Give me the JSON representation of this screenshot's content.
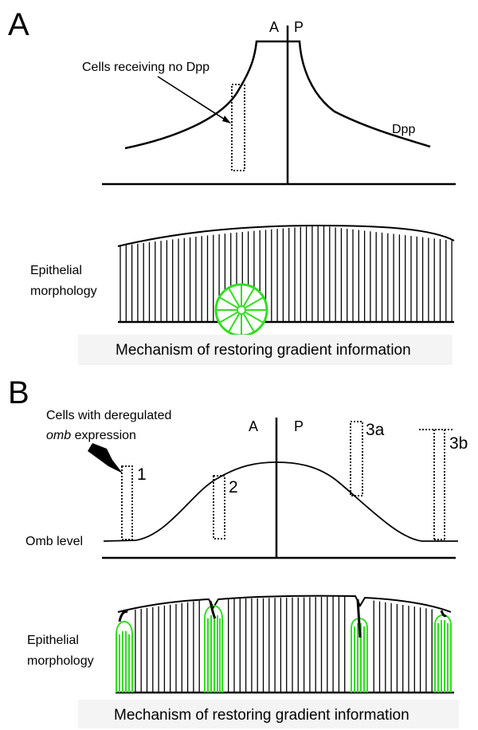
{
  "panel_a": {
    "letter": "A",
    "anterior_label": "A",
    "posterior_label": "P",
    "annotation": "Cells receiving no Dpp",
    "curve_label": "Dpp",
    "morphology_label_line1": "Epithelial",
    "morphology_label_line2": "morphology",
    "caption": "Mechanism of restoring gradient information"
  },
  "panel_b": {
    "letter": "B",
    "anterior_label": "A",
    "posterior_label": "P",
    "annotation_line1": "Cells with deregulated",
    "annotation_line2_italic": "omb",
    "annotation_line2_rest": " expression",
    "clone_labels": [
      "1",
      "2",
      "3a",
      "3b"
    ],
    "curve_label": "Omb level",
    "morphology_label_line1": "Epithelial",
    "morphology_label_line2": "morphology",
    "caption": "Mechanism of restoring gradient information"
  },
  "colors": {
    "line": "#000000",
    "cyst": "#33dd22",
    "caption_box": "#f4f4f4"
  }
}
